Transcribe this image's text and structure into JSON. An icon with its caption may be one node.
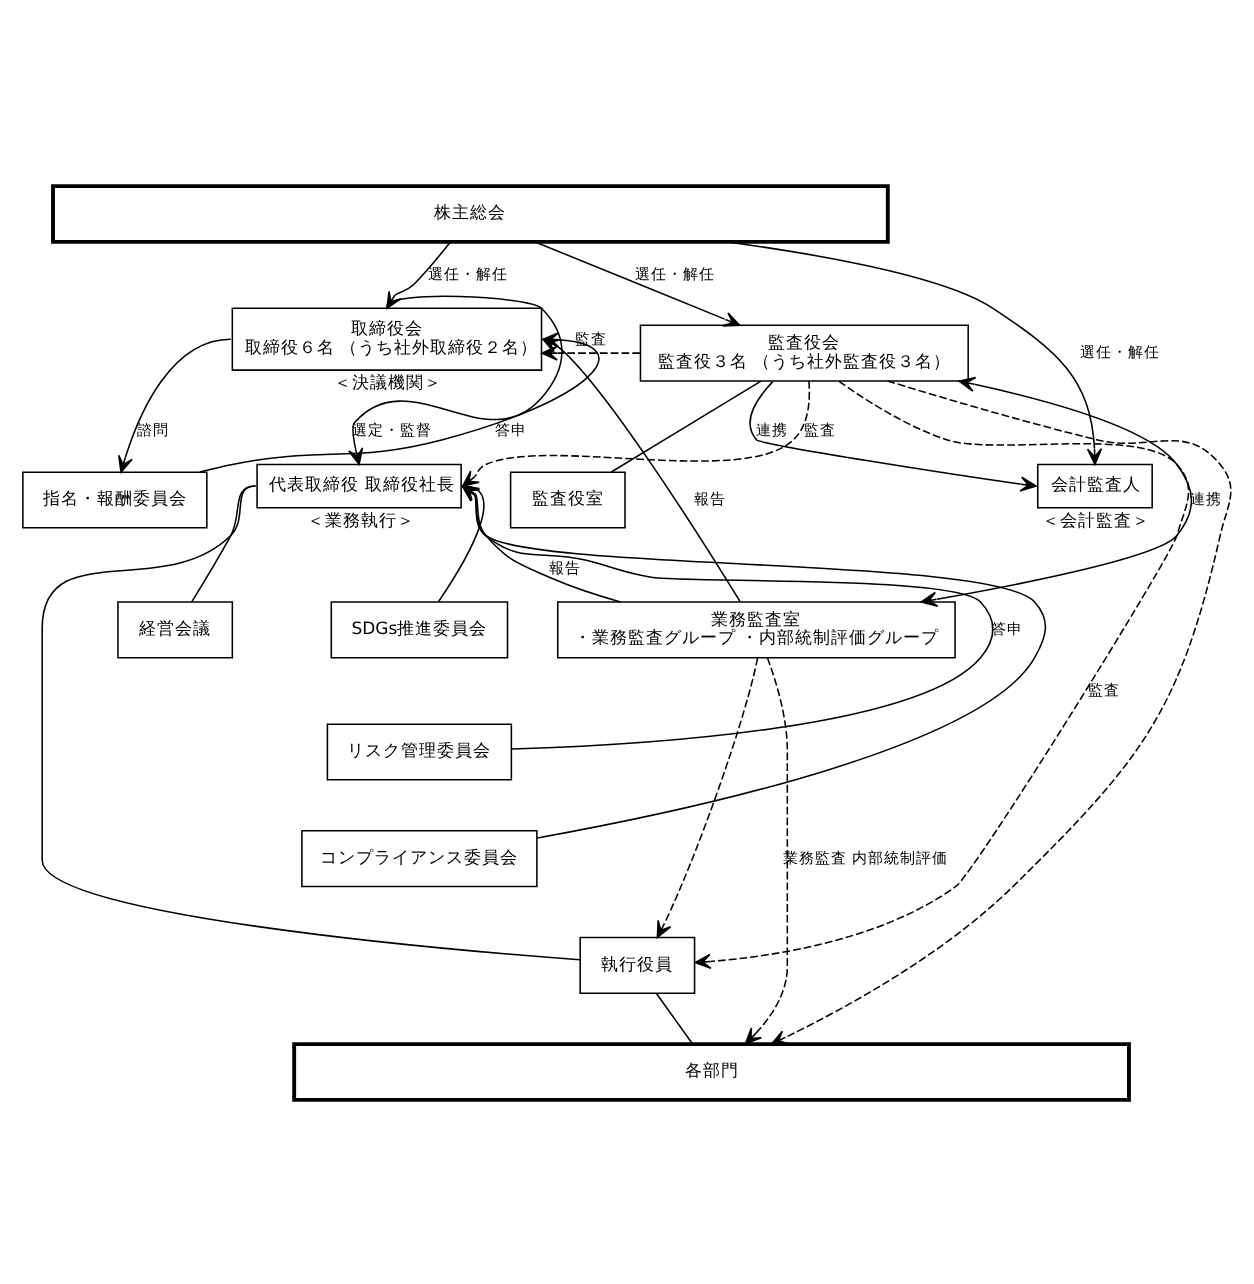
{
  "diagram": {
    "nodes": [
      {
        "text": [
          "株主総会"
        ]
      },
      {
        "text": [
          "取締役会",
          "取締役６名 （うち社外取締役２名）"
        ],
        "beside": [
          "＜決議機関＞"
        ]
      },
      {
        "text": [
          "監査役会",
          "監査役３名 （うち社外監査役３名）"
        ]
      },
      {
        "text": [
          "指名・報酬委員会"
        ]
      },
      {
        "text": [
          "監査役室"
        ]
      },
      {
        "text": [
          "会計監査人"
        ],
        "beside": [
          "＜会計監査＞"
        ]
      },
      {
        "text": [
          "代表取締役 取締役社長"
        ],
        "beside": [
          "＜業務執行＞"
        ]
      },
      {
        "text": [
          "経営会議"
        ]
      },
      {
        "text": [
          "業務監査室",
          "・業務監査グループ ・内部統制評価グループ"
        ]
      },
      {
        "text": [
          "SDGs推進委員会"
        ]
      },
      {
        "text": [
          "リスク管理委員会"
        ]
      },
      {
        "text": [
          "コンプライアンス委員会"
        ]
      },
      {
        "text": [
          "執行役員"
        ]
      },
      {
        "text": [
          "各部門"
        ]
      }
    ],
    "edges": [
      {
        "from": 0,
        "to": 1,
        "arrow": "to",
        "label": "選任・解任"
      },
      {
        "from": 0,
        "to": 2,
        "arrow": "to",
        "label": "選任・解任"
      },
      {
        "from": 0,
        "to": 5,
        "arrow": "to",
        "label": "選任・解任"
      },
      {
        "from": 1,
        "to": 3,
        "arrow": "to",
        "label": "諮問"
      },
      {
        "from": 3,
        "to": 1,
        "arrow": "to",
        "label": "答申"
      },
      {
        "from": 2,
        "to": 1,
        "arrow": "to",
        "label": "監査",
        "style": "dashed"
      },
      {
        "from": 2,
        "to": 6,
        "arrow": "to",
        "label": "監査",
        "style": "dashed"
      },
      {
        "from": 2,
        "to": 12,
        "arrow": "to",
        "label": "監査",
        "style": "dashed"
      },
      {
        "from": 2,
        "to": 13,
        "arrow": "to",
        "style": "dashed"
      },
      {
        "from": 1,
        "to": 6,
        "arrow": "to",
        "label": "選定・監督"
      },
      {
        "from": 2,
        "to": 4,
        "arrow": "none"
      },
      {
        "from": 2,
        "to": 5,
        "arrow": "to",
        "label": "連携"
      },
      {
        "from": 8,
        "to": 2,
        "arrow": "both",
        "label": "連携"
      },
      {
        "from": 8,
        "to": 1,
        "arrow": "to",
        "label": "報告"
      },
      {
        "from": 8,
        "to": 6,
        "arrow": "to",
        "label": "報告"
      },
      {
        "from": 8,
        "to": 12,
        "arrow": "to",
        "style": "dashed"
      },
      {
        "from": 8,
        "to": 13,
        "arrow": "to",
        "style": "dashed",
        "label": "業務監査 内部統制評価"
      },
      {
        "from": 6,
        "to": 7,
        "arrow": "none"
      },
      {
        "from": 6,
        "to": 9,
        "arrow": "none"
      },
      {
        "from": 10,
        "to": 6,
        "arrow": "to",
        "label": "答申"
      },
      {
        "from": 11,
        "to": 6,
        "arrow": "to"
      },
      {
        "from": 6,
        "to": 12,
        "arrow": "none"
      },
      {
        "from": 12,
        "to": 13,
        "arrow": "none"
      }
    ]
  }
}
